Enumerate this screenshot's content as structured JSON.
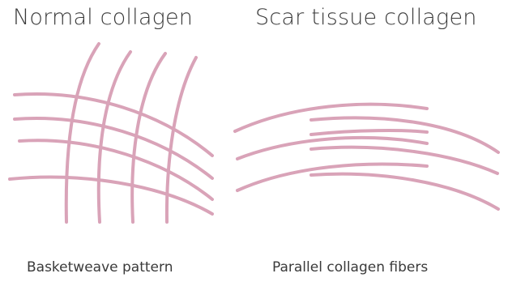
{
  "panels": [
    {
      "title": "Normal collagen",
      "caption": "Basketweave pattern"
    },
    {
      "title": "Scar tissue collagen",
      "caption": "Parallel collagen fibers"
    }
  ],
  "colors": {
    "fiber": "#d9a3b8",
    "text": "#3a3a3a",
    "background": "#ffffff"
  }
}
